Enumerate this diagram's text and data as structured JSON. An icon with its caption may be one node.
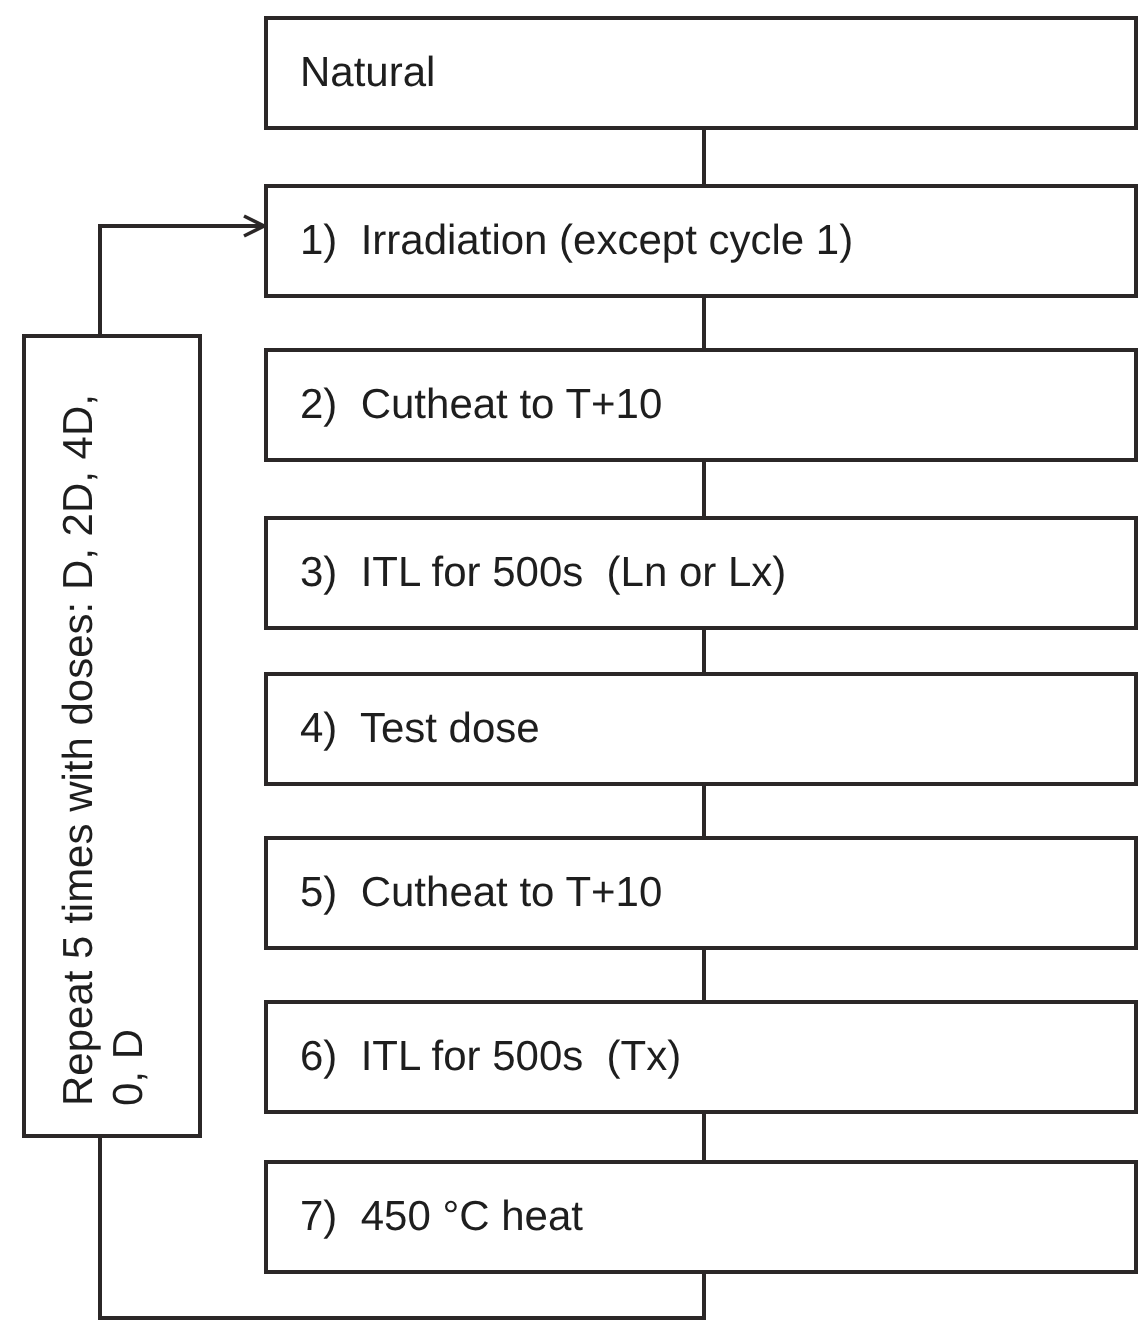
{
  "diagram": {
    "nodes": [
      {
        "text": [
          "Natural"
        ]
      },
      {
        "text": [
          "1)  Irradiation (except cycle 1)"
        ]
      },
      {
        "text": [
          "2)  Cutheat to T+10"
        ]
      },
      {
        "text": [
          "3)  ITL for 500s  (Ln or Lx)"
        ]
      },
      {
        "text": [
          "4)  Test dose"
        ]
      },
      {
        "text": [
          "5)  Cutheat to T+10"
        ]
      },
      {
        "text": [
          "6)  ITL for 500s  (Tx)"
        ]
      },
      {
        "text": [
          "7)  450 °C heat"
        ]
      },
      {
        "text": [
          "Repeat 5 times with doses: D, 2D, 4D, 0, D"
        ]
      }
    ],
    "edges": [
      {
        "from": 0,
        "to": 1,
        "arrow": "none"
      },
      {
        "from": 1,
        "to": 2,
        "arrow": "none"
      },
      {
        "from": 2,
        "to": 3,
        "arrow": "none"
      },
      {
        "from": 3,
        "to": 4,
        "arrow": "none"
      },
      {
        "from": 4,
        "to": 5,
        "arrow": "none"
      },
      {
        "from": 5,
        "to": 6,
        "arrow": "none"
      },
      {
        "from": 6,
        "to": 7,
        "arrow": "none"
      },
      {
        "from": 7,
        "to": 8,
        "arrow": "none"
      },
      {
        "from": 8,
        "to": 1,
        "arrow": "to"
      }
    ]
  }
}
